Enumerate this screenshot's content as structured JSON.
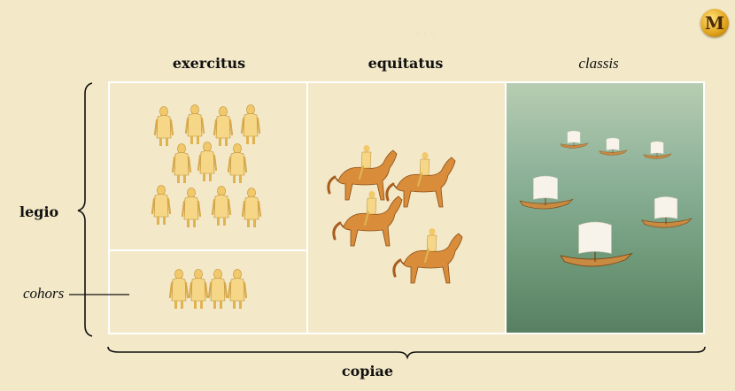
{
  "columns": {
    "exercitus": "exercitus",
    "equitatus": "equitatus",
    "classis": "classis"
  },
  "rows": {
    "legio": "legio",
    "cohors": "cohors"
  },
  "bottom": "copiae",
  "logo": "M",
  "icons": [
    "soldier-figure",
    "horse-rider-figure",
    "sailing-ship"
  ],
  "colors": {
    "frame": "#ffffff",
    "background": "#f3e8c7",
    "figure": "#f2c96a",
    "horse": "#d98c3a",
    "sea": "#6f9a7a"
  }
}
